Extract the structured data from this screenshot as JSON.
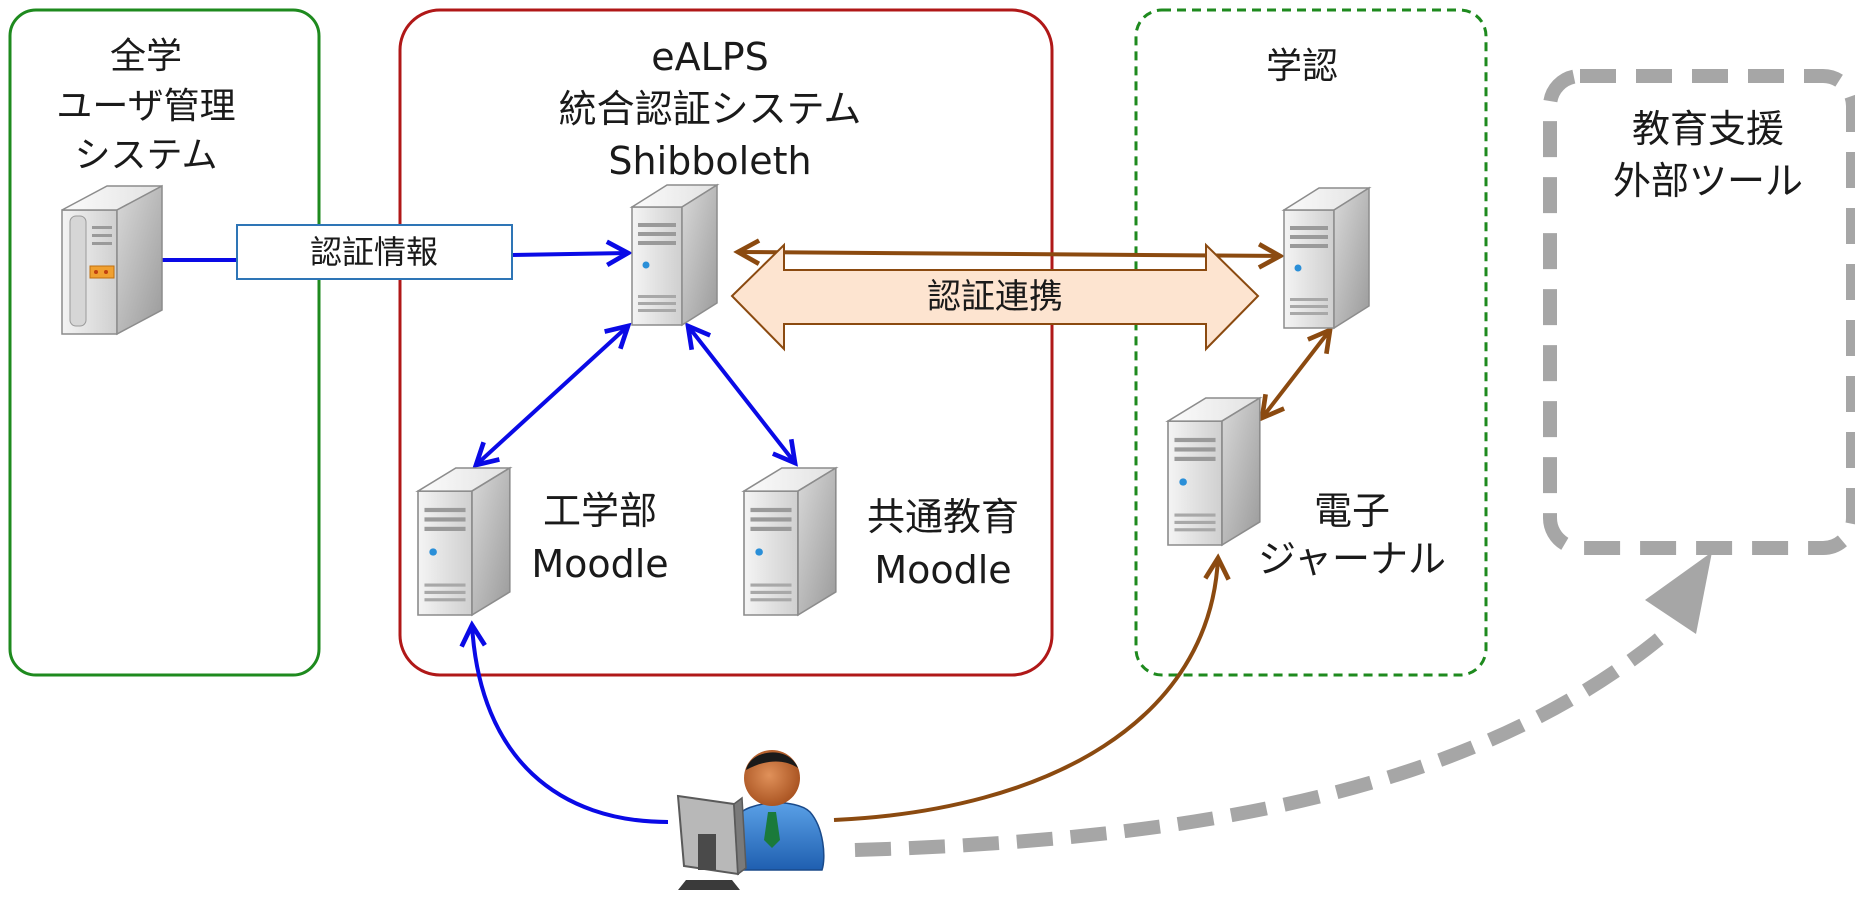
{
  "groups": {
    "university": {
      "title_line1": "全学",
      "title_line2": "ユーザ管理",
      "title_line3": "システム",
      "color": "#1e8a1e"
    },
    "ealps": {
      "title_line1": "eALPS",
      "title_line2": "統合認証システム",
      "title_line3": "Shibboleth",
      "color": "#b01818"
    },
    "gakunin": {
      "title": "学認",
      "color": "#1e8a1e"
    },
    "external": {
      "title_line1": "教育支援",
      "title_line2": "外部ツール",
      "color": "#a6a6a6"
    }
  },
  "labels": {
    "auth_info": "認証情報",
    "auth_federation": "認証連携"
  },
  "servers": {
    "engineering_line1": "工学部",
    "engineering_line2": "Moodle",
    "common_line1": "共通教育",
    "common_line2": "Moodle",
    "journal_line1": "電子",
    "journal_line2": "ジャーナル"
  },
  "icons": {
    "user_server": "server-tower-icon",
    "idp_server": "server-icon",
    "user": "user-at-computer-icon"
  },
  "colors": {
    "blue_arrow": "#0a0ae6",
    "brown_arrow": "#8b4a10",
    "federation_fill": "#fde4d0",
    "federation_stroke": "#8b4a10",
    "auth_info_border": "#2e75b6",
    "dashed_gray": "#a6a6a6"
  }
}
